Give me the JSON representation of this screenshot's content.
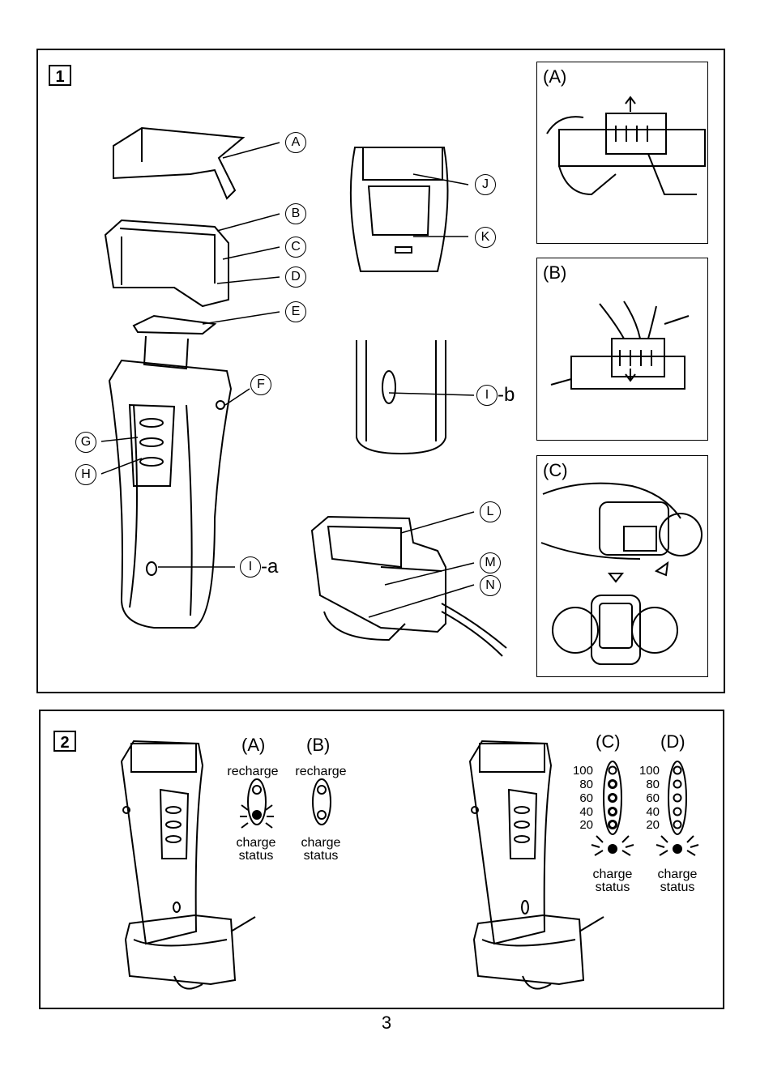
{
  "panel1": {
    "number": "1",
    "callouts": {
      "a": "A",
      "b": "B",
      "c": "C",
      "d": "D",
      "e": "E",
      "f": "F",
      "g": "G",
      "h": "H",
      "j": "J",
      "k": "K",
      "l": "L",
      "m": "M",
      "n": "N",
      "ia": "I",
      "ia_suffix": "-a",
      "ib": "I",
      "ib_suffix": "-b"
    },
    "insets": {
      "a": "(A)",
      "b": "(B)",
      "c": "(C)"
    }
  },
  "panel2": {
    "number": "2",
    "a": {
      "title": "(A)",
      "recharge": "recharge",
      "charge1": "charge",
      "charge2": "status"
    },
    "b": {
      "title": "(B)",
      "recharge": "recharge",
      "charge1": "charge",
      "charge2": "status"
    },
    "c": {
      "title": "(C)",
      "levels": [
        "100",
        "80",
        "60",
        "40",
        "20"
      ],
      "charge1": "charge",
      "charge2": "status"
    },
    "d": {
      "title": "(D)",
      "levels": [
        "100",
        "80",
        "60",
        "40",
        "20"
      ],
      "charge1": "charge",
      "charge2": "status"
    }
  },
  "page_number": "3"
}
